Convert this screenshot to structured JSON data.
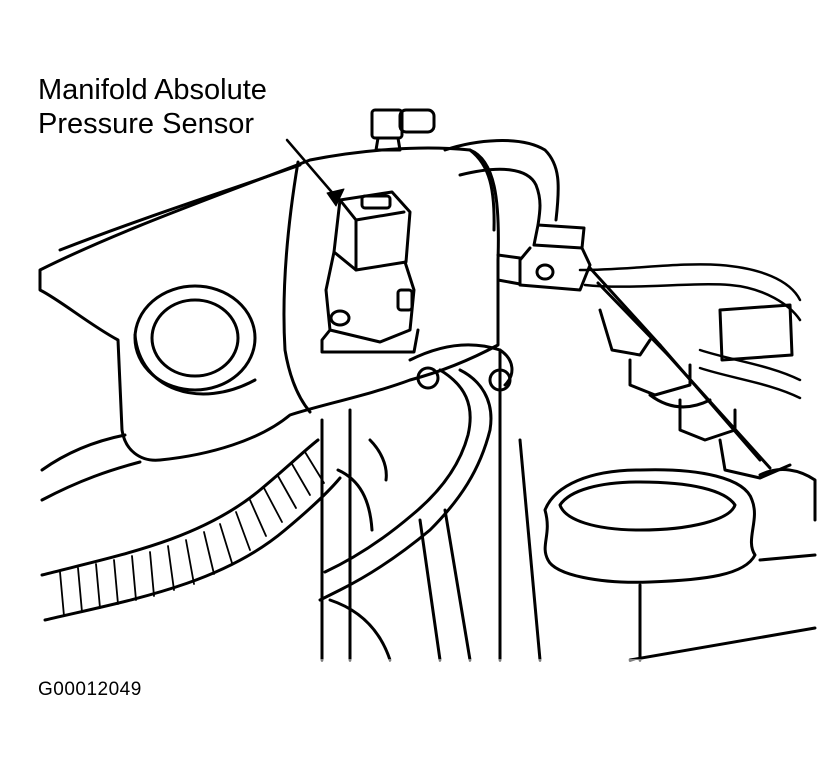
{
  "callout": {
    "line1": "Manifold Absolute",
    "line2": "Pressure Sensor"
  },
  "figure_id": "G00012049",
  "colors": {
    "ink": "#000000",
    "paper": "#ffffff"
  }
}
